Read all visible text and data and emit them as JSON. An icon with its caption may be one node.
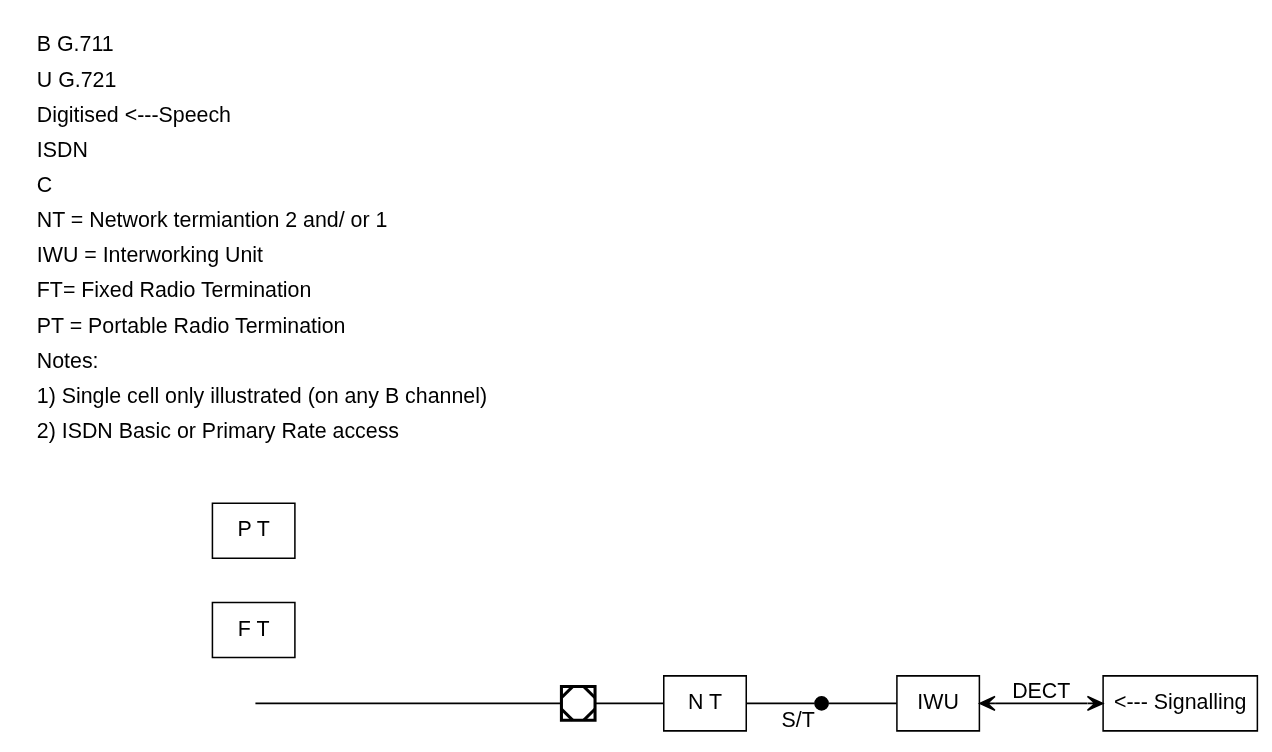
{
  "diagram": {
    "nodes": [
      {
        "text": [],
        "shape": "cross"
      },
      {
        "text": [
          "N T"
        ]
      },
      {
        "text": [],
        "shape": "circle",
        "beside": [
          "S/T"
        ]
      },
      {
        "text": [
          "IWU"
        ]
      },
      {
        "text": [
          "F T"
        ]
      },
      {
        "text": [
          "P T"
        ]
      },
      {
        "text": [
          "<--- Signalling"
        ]
      }
    ],
    "edges": [
      {
        "from": null,
        "to": 0,
        "arrow": "none"
      },
      {
        "from": 0,
        "to": 1,
        "arrow": "none"
      },
      {
        "from": 1,
        "to": 2,
        "arrow": "none"
      },
      {
        "from": 2,
        "to": 3,
        "arrow": "none"
      },
      {
        "from": 3,
        "to": 6,
        "arrow": "both",
        "label": "DECT"
      }
    ],
    "labels": [
      "B G.711",
      "U G.721",
      "Digitised <---Speech",
      "ISDN",
      "C",
      "NT = Network termiantion 2 and/ or 1",
      "IWU = Interworking Unit",
      "FT= Fixed Radio Termination",
      "PT = Portable Radio Termination",
      "Notes:",
      "1) Single cell only illustrated (on any B channel)",
      "2) ISDN Basic or Primary Rate access"
    ]
  }
}
